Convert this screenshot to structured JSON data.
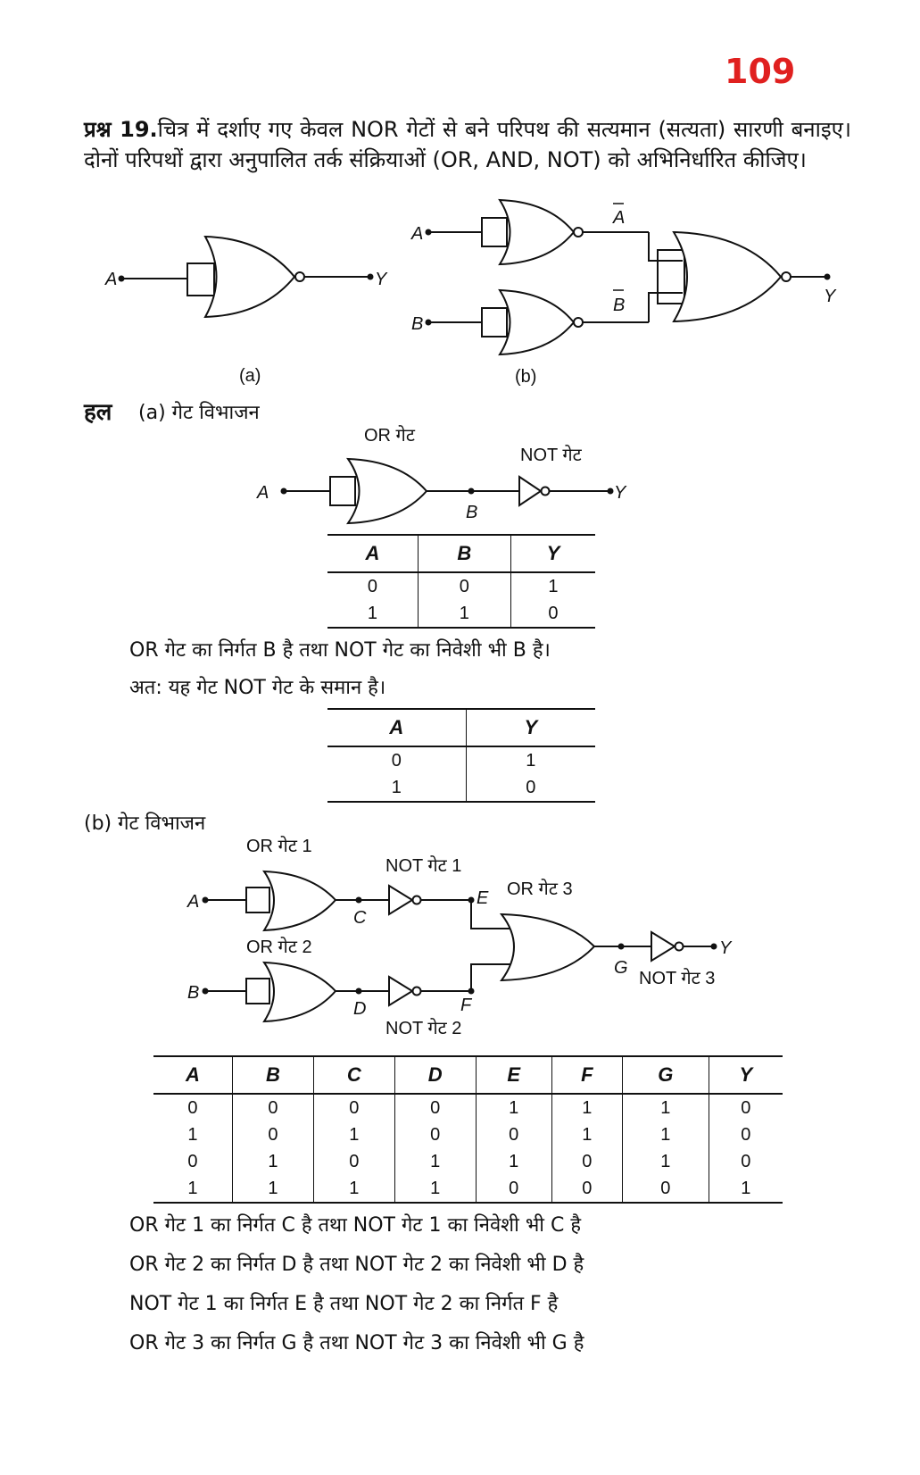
{
  "page_number": "109",
  "question": {
    "label": "प्रश्न 19.",
    "text": "चित्र में दर्शाए गए केवल NOR गेटों से बने परिपथ की सत्यमान (सत्यता) सारणी बनाइए। दोनों परिपथों द्वारा अनुपालित तर्क संक्रियाओं (OR, AND, NOT) को अभिनिर्धारित कीजिए।"
  },
  "fig_a": {
    "caption": "(a)",
    "input": "A",
    "output": "Y"
  },
  "fig_b": {
    "caption": "(b)",
    "input_a": "A",
    "input_b": "B",
    "abar": "A",
    "bbar": "B",
    "output": "Y"
  },
  "solution": {
    "label": "हल",
    "part_a_heading": "(a) गेट विभाजन",
    "part_b_heading": "(b) गेट विभाजन"
  },
  "circuit_a2": {
    "or_label": "OR गेट",
    "not_label": "NOT गेट",
    "input": "A",
    "mid": "B",
    "output": "Y"
  },
  "table1": {
    "headers": [
      "A",
      "B",
      "Y"
    ],
    "rows": [
      [
        "0",
        "0",
        "1"
      ],
      [
        "1",
        "1",
        "0"
      ]
    ]
  },
  "note_a1": "OR गेट का निर्गत B है तथा NOT गेट का निवेशी भी B है।",
  "note_a2": "अत: यह गेट NOT गेट के समान है।",
  "table2": {
    "headers": [
      "A",
      "Y"
    ],
    "rows": [
      [
        "0",
        "1"
      ],
      [
        "1",
        "0"
      ]
    ]
  },
  "circuit_b2": {
    "or1": "OR गेट 1",
    "or2": "OR गेट 2",
    "or3": "OR गेट 3",
    "not1": "NOT गेट 1",
    "not2": "NOT गेट 2",
    "not3": "NOT गेट 3",
    "A": "A",
    "B": "B",
    "C": "C",
    "D": "D",
    "E": "E",
    "F": "F",
    "G": "G",
    "Y": "Y"
  },
  "table3": {
    "headers": [
      "A",
      "B",
      "C",
      "D",
      "E",
      "F",
      "G",
      "Y"
    ],
    "rows": [
      [
        "0",
        "0",
        "0",
        "0",
        "1",
        "1",
        "1",
        "0"
      ],
      [
        "1",
        "0",
        "1",
        "0",
        "0",
        "1",
        "1",
        "0"
      ],
      [
        "0",
        "1",
        "0",
        "1",
        "1",
        "0",
        "1",
        "0"
      ],
      [
        "1",
        "1",
        "1",
        "1",
        "0",
        "0",
        "0",
        "1"
      ]
    ]
  },
  "notes_b": [
    "OR गेट 1 का निर्गत C है तथा NOT गेट 1 का निवेशी भी C है",
    "OR गेट 2 का निर्गत D है तथा NOT गेट 2 का निवेशी भी D है",
    "NOT गेट 1 का निर्गत E है तथा NOT गेट 2 का निर्गत F है",
    "OR गेट 3 का निर्गत G है तथा NOT गेट 3 का निवेशी भी G है"
  ]
}
